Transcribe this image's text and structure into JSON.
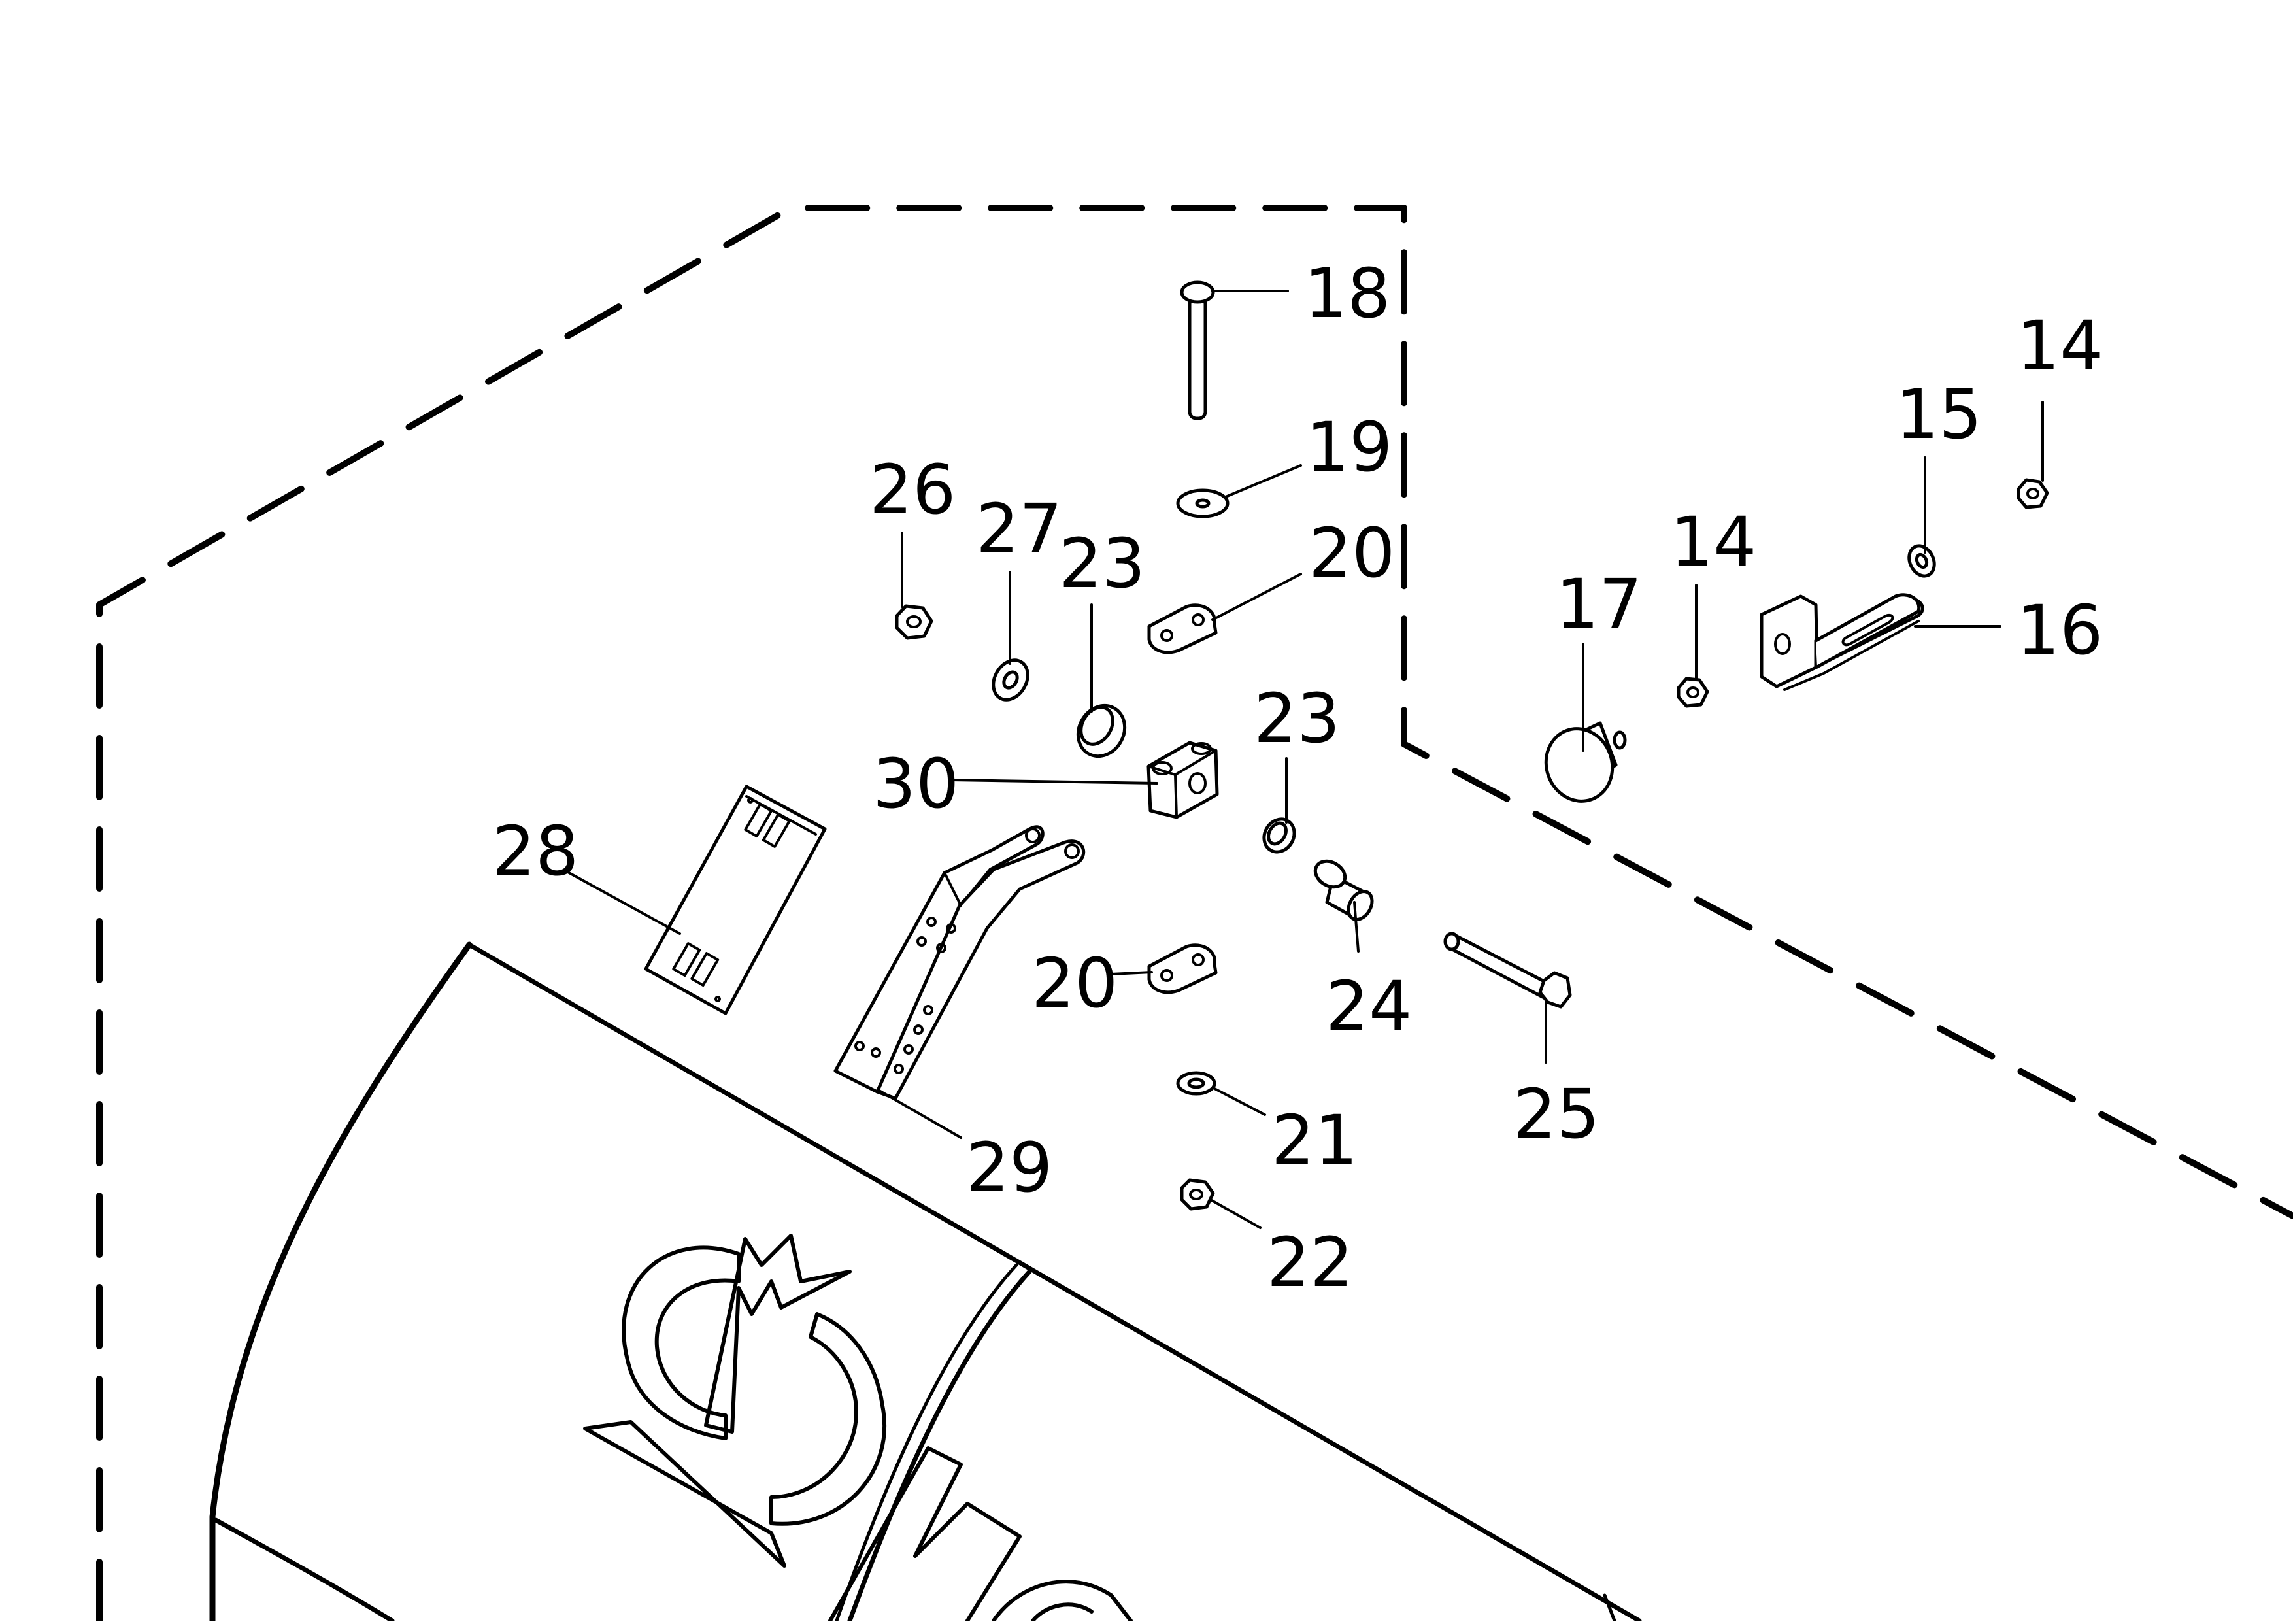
{
  "callouts": [
    {
      "id": "18",
      "label": "18"
    },
    {
      "id": "19",
      "label": "19"
    },
    {
      "id": "20a",
      "label": "20"
    },
    {
      "id": "20b",
      "label": "20"
    },
    {
      "id": "26",
      "label": "26"
    },
    {
      "id": "27",
      "label": "27"
    },
    {
      "id": "23a",
      "label": "23"
    },
    {
      "id": "23b",
      "label": "23"
    },
    {
      "id": "30",
      "label": "30"
    },
    {
      "id": "28",
      "label": "28"
    },
    {
      "id": "29",
      "label": "29"
    },
    {
      "id": "24",
      "label": "24"
    },
    {
      "id": "25",
      "label": "25"
    },
    {
      "id": "21",
      "label": "21"
    },
    {
      "id": "22",
      "label": "22"
    },
    {
      "id": "17",
      "label": "17"
    },
    {
      "id": "14a",
      "label": "14"
    },
    {
      "id": "14b",
      "label": "14"
    },
    {
      "id": "15",
      "label": "15"
    },
    {
      "id": "16",
      "label": "16"
    }
  ]
}
